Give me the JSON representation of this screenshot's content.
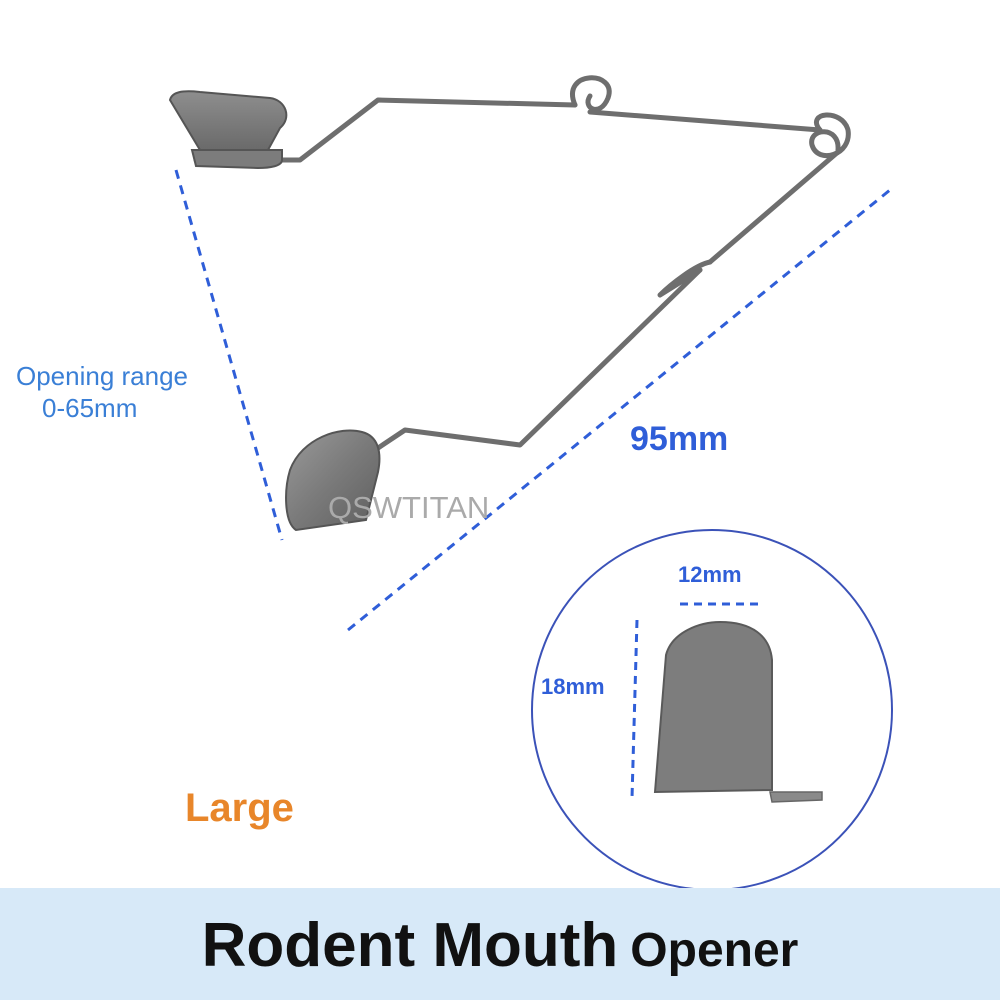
{
  "labels": {
    "opening_range_line1": "Opening range",
    "opening_range_line2": "0-65mm",
    "length": "95mm",
    "watermark": "QSWTITAN",
    "paddle_width": "12mm",
    "paddle_height": "18mm",
    "size": "Large"
  },
  "title": {
    "main": "Rodent Mouth",
    "suffix": "Opener"
  },
  "colors": {
    "dimension_blue": "#2f5ed8",
    "label_blue": "#3a7fd6",
    "size_orange": "#e8862a",
    "banner_bg": "#d7e9f8",
    "metal": "#6b6b6b"
  }
}
